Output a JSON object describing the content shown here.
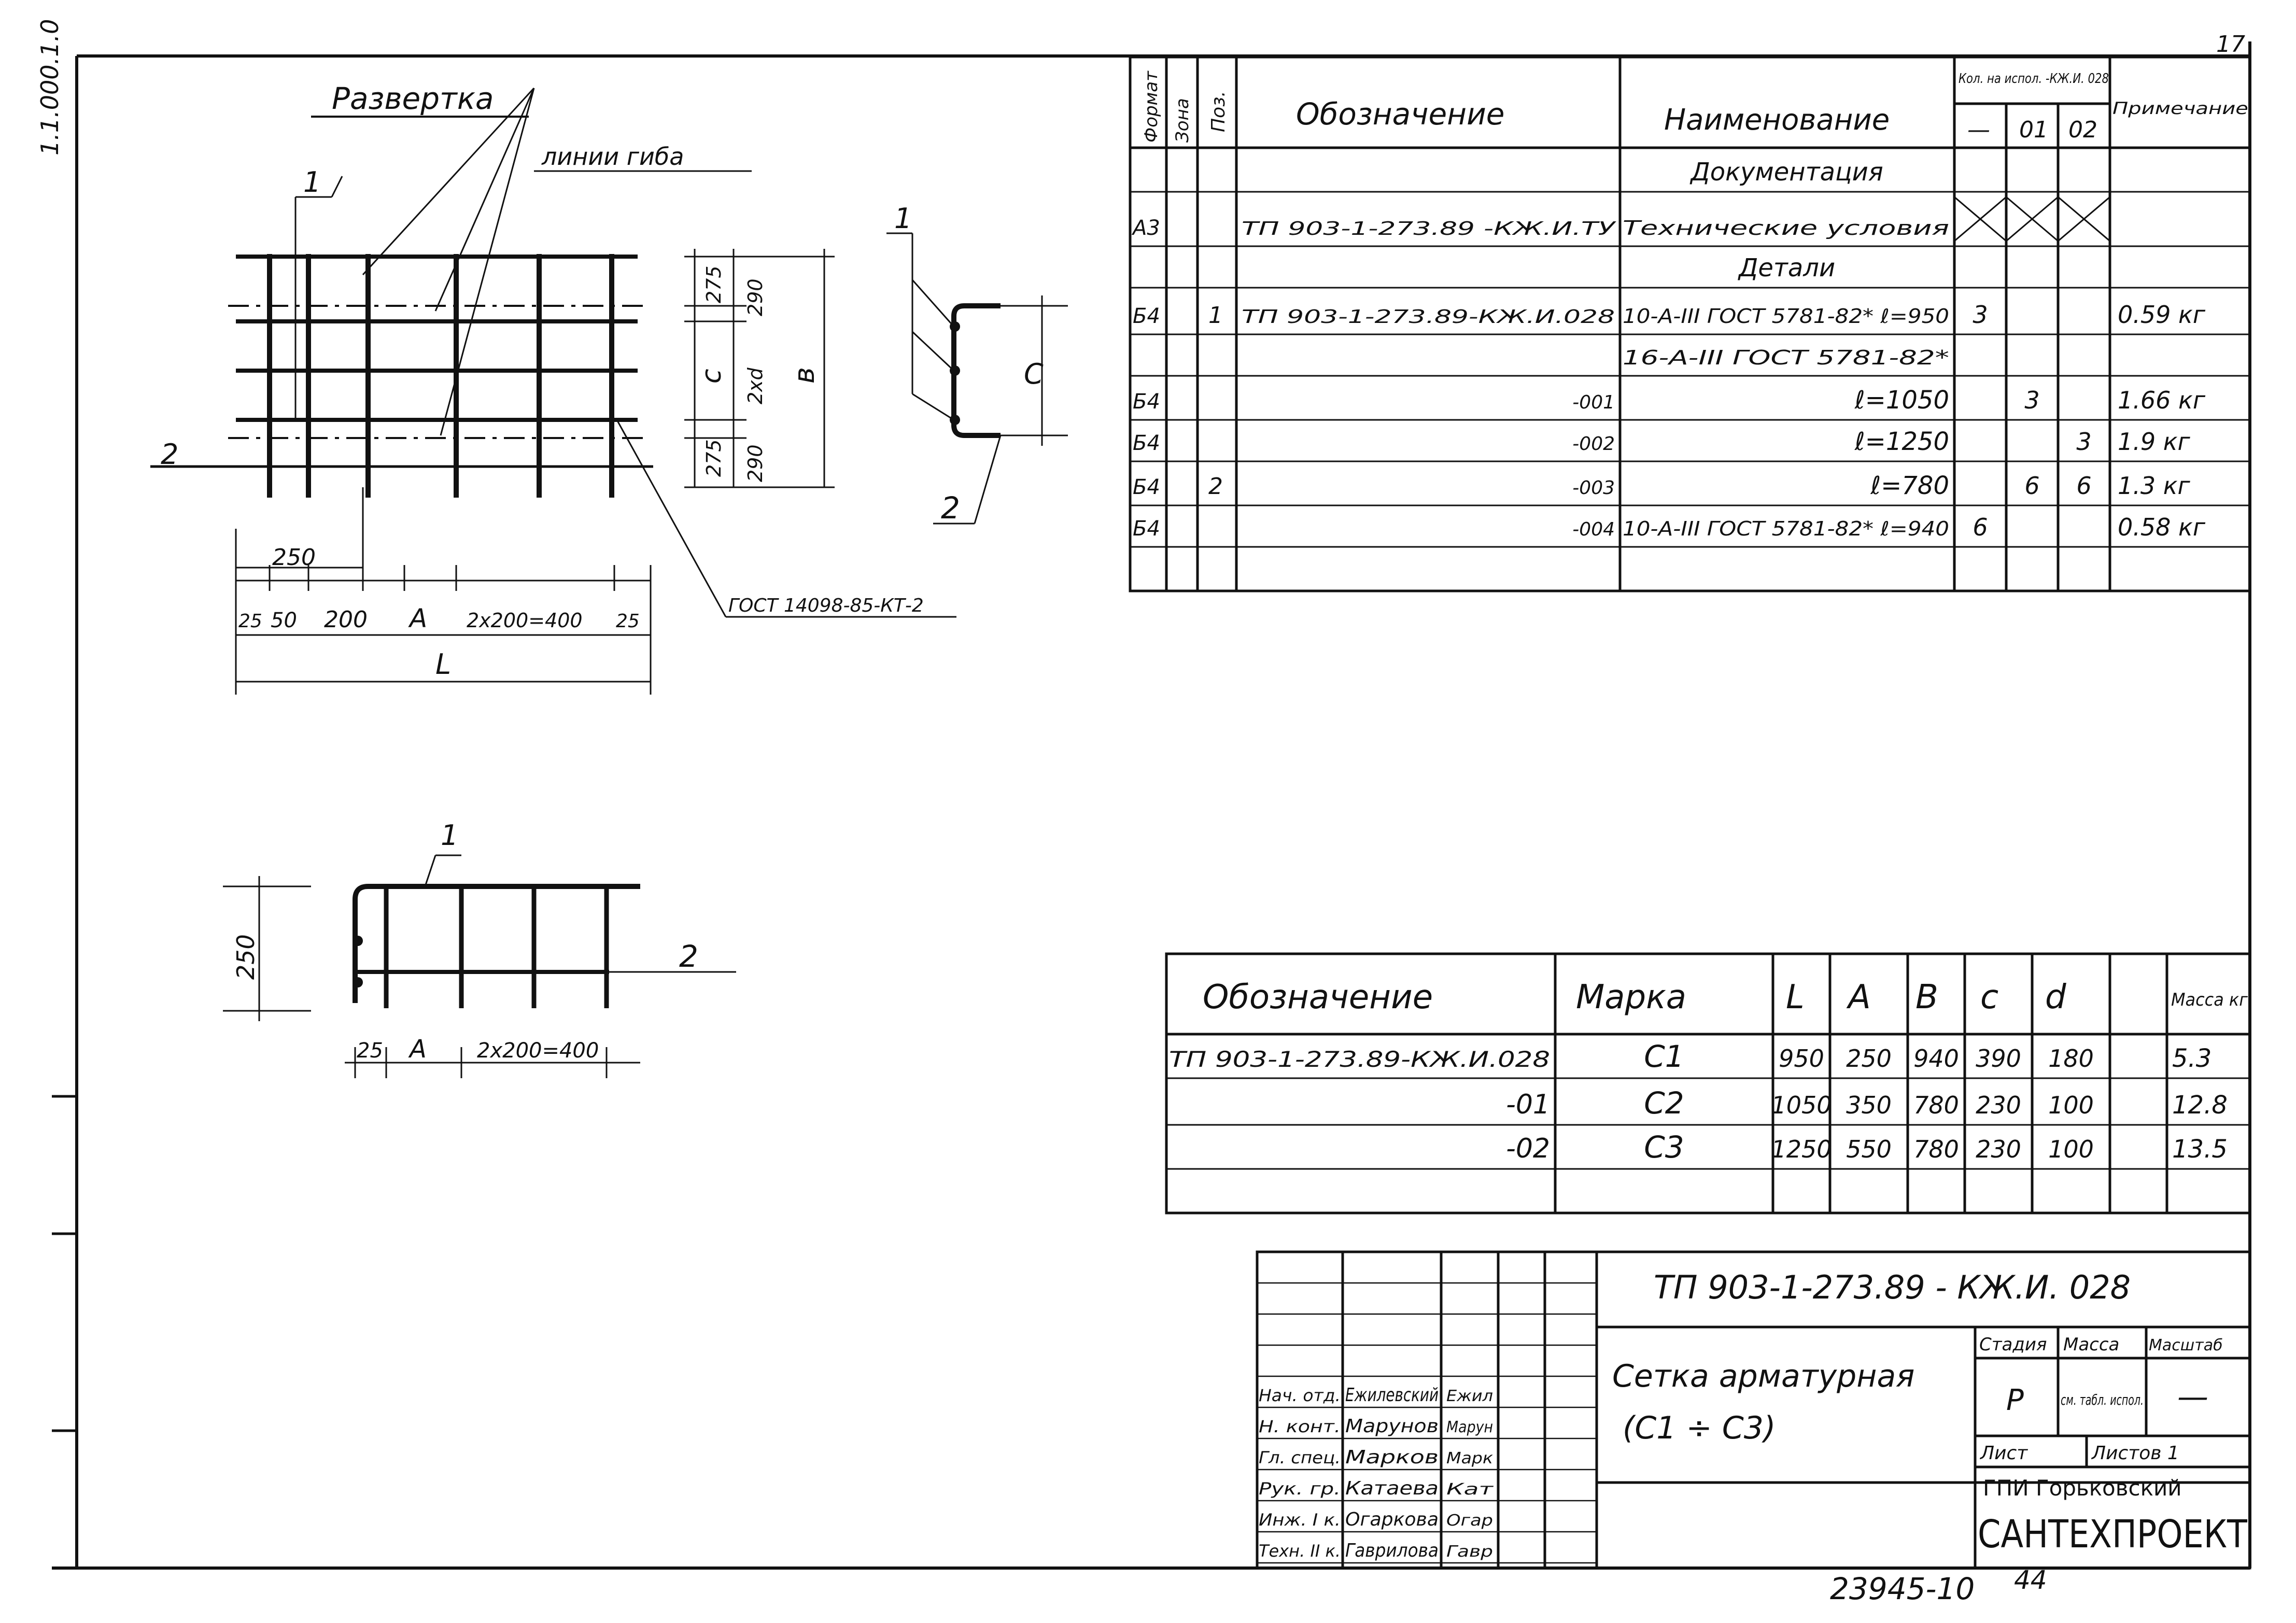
{
  "drawing": {
    "razvertka_title": "Развертка",
    "bend_lines_label": "линии гиба",
    "marker_1": "1",
    "marker_2": "2",
    "dim_275a": "275",
    "dim_290a": "290",
    "dim_c": "c",
    "dim_2xd": "2xd",
    "dim_b": "в",
    "dim_275b": "275",
    "dim_290b": "290",
    "dim_250": "250",
    "dim_25": "25",
    "dim_50": "50",
    "dim_200": "200",
    "dim_A": "A",
    "dim_2x200": "2x200=400",
    "dim_25b": "25",
    "dim_L": "L",
    "gost_weld": "ГОСТ 14098-85-КТ-2",
    "side_c": "C",
    "side_2": "2",
    "side_1": "1",
    "lower_250": "250",
    "lower_1": "1",
    "lower_2": "2",
    "lower_25": "25",
    "lower_A": "A",
    "lower_2x200": "2x200=400",
    "left_margin_fragment": "1.1.000.1.0",
    "corner_mark": "17"
  },
  "spec": {
    "headers": {
      "format": "Формат",
      "zone": "Зона",
      "pos": "Поз.",
      "designation": "Обозначение",
      "name": "Наименование",
      "qty_group": "Кол. на испол. -КЖ.И. 028",
      "qty_dash": "—",
      "qty_01": "01",
      "qty_02": "02",
      "note": "Примечание"
    },
    "rows": [
      {
        "format": "",
        "zone": "",
        "pos": "",
        "designation": "",
        "name": "Документация",
        "q0": "",
        "q1": "",
        "q2": "",
        "note": ""
      },
      {
        "format": "А3",
        "zone": "",
        "pos": "",
        "designation": "ТП 903-1-273.89 -КЖ.И.ТУ",
        "name": "Технические условия",
        "q0": "",
        "q1": "",
        "q2": "",
        "note": ""
      },
      {
        "format": "",
        "zone": "",
        "pos": "",
        "designation": "",
        "name": "Детали",
        "q0": "",
        "q1": "",
        "q2": "",
        "note": ""
      },
      {
        "format": "Б4",
        "zone": "",
        "pos": "1",
        "designation": "ТП 903-1-273.89-КЖ.И.028",
        "name": "10-А-III ГОСТ 5781-82* ℓ=950",
        "q0": "3",
        "q1": "",
        "q2": "",
        "note": "0.59 кг"
      },
      {
        "format": "",
        "zone": "",
        "pos": "",
        "designation": "",
        "name": "16-А-III ГОСТ 5781-82*",
        "q0": "",
        "q1": "",
        "q2": "",
        "note": ""
      },
      {
        "format": "Б4",
        "zone": "",
        "pos": "",
        "designation": "-001",
        "name": "ℓ=1050",
        "q0": "",
        "q1": "3",
        "q2": "",
        "note": "1.66 кг"
      },
      {
        "format": "Б4",
        "zone": "",
        "pos": "",
        "designation": "-002",
        "name": "ℓ=1250",
        "q0": "",
        "q1": "",
        "q2": "3",
        "note": "1.9 кг"
      },
      {
        "format": "Б4",
        "zone": "",
        "pos": "2",
        "designation": "-003",
        "name": "ℓ=780",
        "q0": "",
        "q1": "6",
        "q2": "6",
        "note": "1.3 кг"
      },
      {
        "format": "Б4",
        "zone": "",
        "pos": "",
        "designation": "-004",
        "name": "10-А-III ГОСТ 5781-82* ℓ=940",
        "q0": "6",
        "q1": "",
        "q2": "",
        "note": "0.58 кг"
      },
      {
        "format": "",
        "zone": "",
        "pos": "",
        "designation": "",
        "name": "",
        "q0": "",
        "q1": "",
        "q2": "",
        "note": ""
      }
    ]
  },
  "marks": {
    "headers": {
      "designation": "Обозначение",
      "mark": "Марка",
      "L": "L",
      "A": "A",
      "B": "B",
      "C": "c",
      "d": "d",
      "blank": "",
      "mass": "Масса кг"
    },
    "rows": [
      {
        "designation": "ТП 903-1-273.89-КЖ.И.028",
        "mark": "С1",
        "L": "950",
        "A": "250",
        "B": "940",
        "C": "390",
        "d": "180",
        "blank": "",
        "mass": "5.3"
      },
      {
        "designation": "-01",
        "mark": "С2",
        "L": "1050",
        "A": "350",
        "B": "780",
        "C": "230",
        "d": "100",
        "blank": "",
        "mass": "12.8"
      },
      {
        "designation": "-02",
        "mark": "С3",
        "L": "1250",
        "A": "550",
        "B": "780",
        "C": "230",
        "d": "100",
        "blank": "",
        "mass": "13.5"
      },
      {
        "designation": "",
        "mark": "",
        "L": "",
        "A": "",
        "B": "",
        "C": "",
        "d": "",
        "blank": "",
        "mass": ""
      }
    ]
  },
  "stamp": {
    "code": "ТП 903-1-273.89 - КЖ.И. 028",
    "title_line1": "Сетка арматурная",
    "title_line2": "(С1 ÷ С3)",
    "stage_hdr": "Стадия",
    "mass_hdr": "Масса",
    "scale_hdr": "Масштаб",
    "stage_val": "Р",
    "mass_val": "см. табл. испол.",
    "scale_val": "—",
    "sheet_lbl": "Лист",
    "sheets_lbl": "Листов 1",
    "org1": "ГПИ Горьковский",
    "org2": "САНТЕХПРОЕКТ",
    "people": [
      {
        "role": "Нач. отд.",
        "name": "Ежилевский",
        "sign": "Ежил"
      },
      {
        "role": "Н. конт.",
        "name": "Марунов",
        "sign": "Марун"
      },
      {
        "role": "Гл. спец.",
        "name": "Марков",
        "sign": "Марк"
      },
      {
        "role": "Рук. гр.",
        "name": "Катаева",
        "sign": "Кат"
      },
      {
        "role": "Инж. I к.",
        "name": "Огаркова",
        "sign": "Огар"
      },
      {
        "role": "Техн. II к.",
        "name": "Гаврилова",
        "sign": "Гавр"
      }
    ]
  },
  "footer": {
    "inv_number": "23945-10",
    "page": "44"
  }
}
